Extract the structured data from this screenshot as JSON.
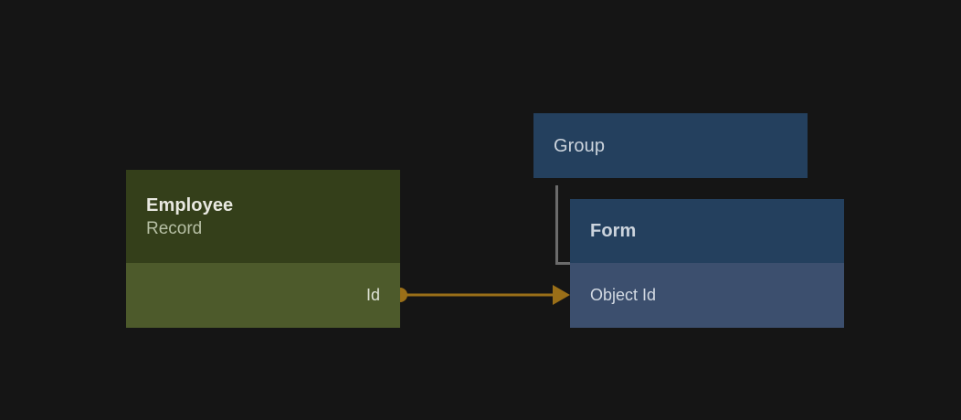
{
  "diagram": {
    "background_color": "#151515",
    "nodes": [
      {
        "id": "employee",
        "title": "Employee",
        "subtitle": "Record",
        "fields": [
          {
            "label": "Id"
          }
        ],
        "header_color": "#343f1a",
        "field_color": "#4d5a2b"
      },
      {
        "id": "group",
        "title": "Group",
        "fields": [],
        "header_color": "#24405e"
      },
      {
        "id": "form",
        "title": "Form",
        "fields": [
          {
            "label": "Object Id"
          }
        ],
        "header_color": "#24405e",
        "field_color": "#3c4f6e"
      }
    ],
    "edges": [
      {
        "id": "employee-id-to-form-object-id",
        "from": "employee.Id",
        "to": "form.Object Id",
        "color": "#9a6f18",
        "source_marker": "circle",
        "target_marker": "arrow"
      },
      {
        "id": "group-to-form",
        "from": "group",
        "to": "form",
        "color": "#6b6b6b",
        "style": "bracket",
        "source_marker": "none",
        "target_marker": "none"
      }
    ]
  }
}
